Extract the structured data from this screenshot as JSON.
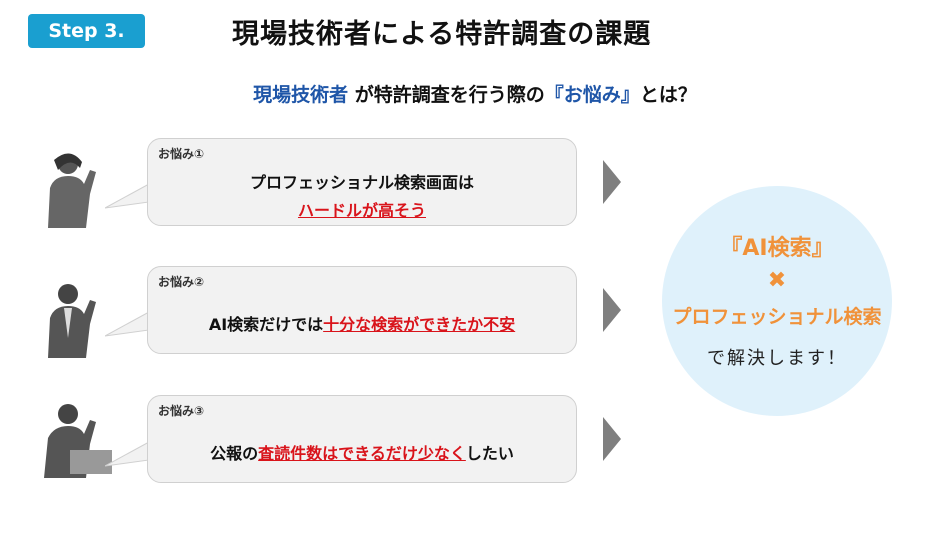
{
  "header": {
    "step": "Step 3.",
    "title": "現場技術者による特許調査の課題"
  },
  "subtitle": {
    "highlight": "現場技術者",
    "rest1": " が特許調査を行う際の",
    "quote": "『お悩み』",
    "rest2": "とは？"
  },
  "worries": [
    {
      "tag": "お悩み①",
      "line1": "プロフェッショナル検索画面は",
      "plain2": "",
      "red2": "ハードルが高そう",
      "tail2": ""
    },
    {
      "tag": "お悩み②",
      "line1": "",
      "plain2": "AI検索だけでは",
      "red2": "十分な検索ができたか不安",
      "tail2": ""
    },
    {
      "tag": "お悩み③",
      "line1": "",
      "plain2": "公報の",
      "red2": "査読件数はできるだけ少なく",
      "tail2": "したい"
    }
  ],
  "solution": {
    "line1": "『AI検索』",
    "cross": "✖",
    "line2": "プロフェッショナル検索",
    "line3": "で解決します！"
  },
  "colors": {
    "accent": "#1a9fd0",
    "red": "#d9141b",
    "orange": "#f0923a",
    "blue": "#1f56a8"
  }
}
